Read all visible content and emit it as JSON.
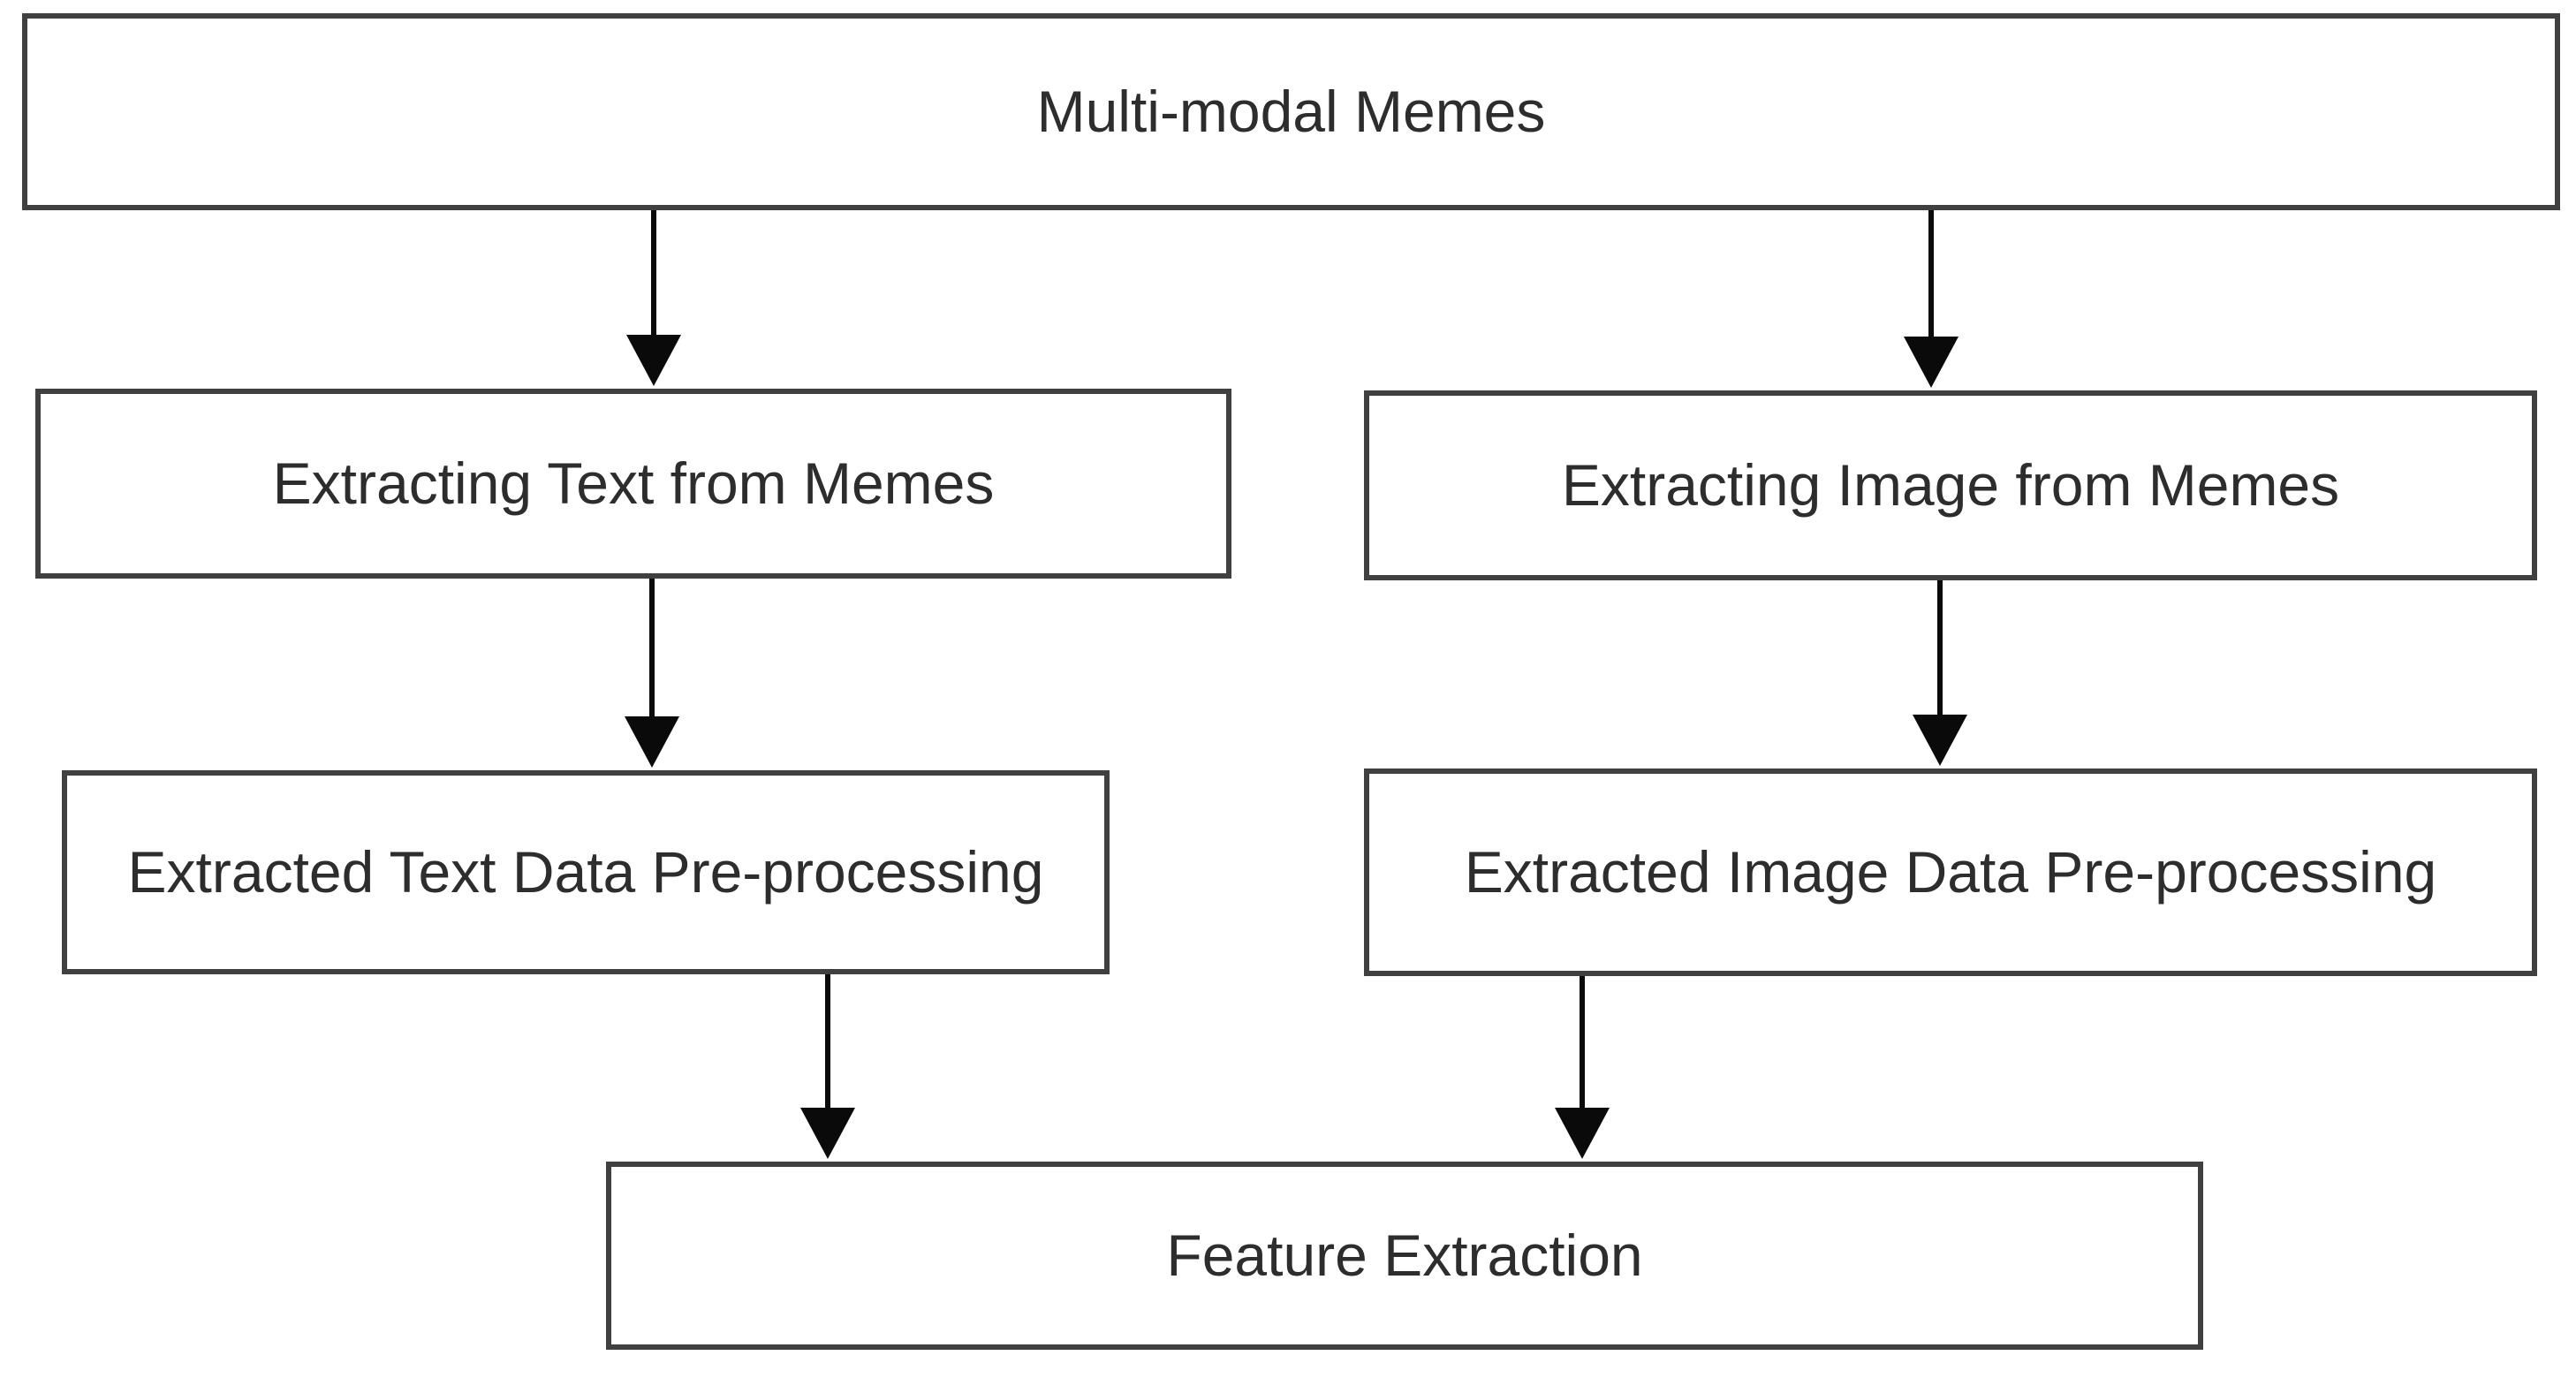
{
  "diagram": {
    "nodes": {
      "multimodal_memes": {
        "label": "Multi-modal Memes"
      },
      "extracting_text": {
        "label": "Extracting Text from Memes"
      },
      "extracting_image": {
        "label": "Extracting Image from Memes"
      },
      "text_preprocessing": {
        "label": "Extracted Text Data Pre-processing"
      },
      "image_preprocessing": {
        "label": "Extracted Image Data Pre-processing"
      },
      "feature_extraction": {
        "label": "Feature Extraction"
      }
    },
    "edges": [
      {
        "from": "multimodal_memes",
        "to": "extracting_text"
      },
      {
        "from": "multimodal_memes",
        "to": "extracting_image"
      },
      {
        "from": "extracting_text",
        "to": "text_preprocessing"
      },
      {
        "from": "extracting_image",
        "to": "image_preprocessing"
      },
      {
        "from": "text_preprocessing",
        "to": "feature_extraction"
      },
      {
        "from": "image_preprocessing",
        "to": "feature_extraction"
      }
    ],
    "colors": {
      "background": "#ffffff",
      "node_fill": "#ffffff",
      "node_border": "#404040",
      "label_text": "#2d2d2d",
      "arrow": "#0a0a0a"
    }
  }
}
